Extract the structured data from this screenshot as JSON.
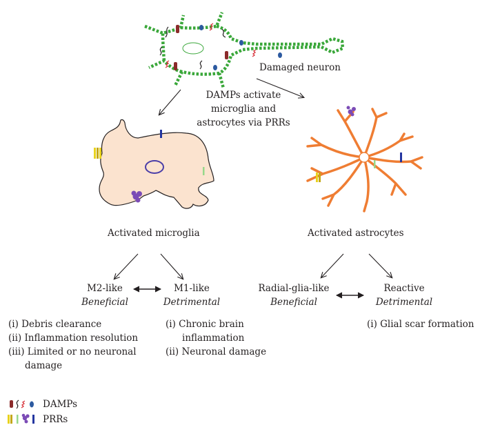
{
  "colors": {
    "text": "#231f20",
    "neuron": "#3aa73a",
    "microglia_fill": "#fbe3cf",
    "microglia_stroke": "#231f20",
    "nucleus": "#4a3ea8",
    "astrocyte": "#ef7d33",
    "damp_dark_red": "#8b2b2b",
    "damp_red": "#d8333b",
    "damp_blue": "#2c5aa0",
    "prr_yellow": "#e8d21d",
    "prr_green": "#97d88a",
    "prr_purple": "#7b4bb6",
    "prr_blue": "#2436a0"
  },
  "icons": [
    "damp-dark-red-icon",
    "damp-squiggle-icon",
    "damp-red-zigzag-icon",
    "damp-blue-oval-icon",
    "prr-yellow-icon",
    "prr-green-icon",
    "prr-purple-icon",
    "prr-blue-icon"
  ],
  "damaged_neuron_label": "Damaged neuron",
  "damps_text": {
    "line1": "DAMPs activate",
    "line2": "microglia and",
    "line3": "astrocytes via PRRs"
  },
  "microglia": {
    "title": "Activated microglia",
    "m2": {
      "name": "M2-like",
      "role": "Beneficial",
      "effects": [
        "(i) Debris clearance",
        "(ii) Inflammation resolution",
        "(iii) Limited or no neuronal",
        "damage"
      ]
    },
    "m1": {
      "name": "M1-like",
      "role": "Detrimental",
      "effects": [
        "(i) Chronic brain",
        "inflammation",
        "(ii) Neuronal damage"
      ]
    }
  },
  "astrocytes": {
    "title": "Activated astrocytes",
    "radial": {
      "name": "Radial-glia-like",
      "role": "Beneficial"
    },
    "reactive": {
      "name": "Reactive",
      "role": "Detrimental",
      "effects": [
        "(i) Glial scar formation"
      ]
    }
  },
  "legend": {
    "damps": "DAMPs",
    "prrs": "PRRs"
  }
}
